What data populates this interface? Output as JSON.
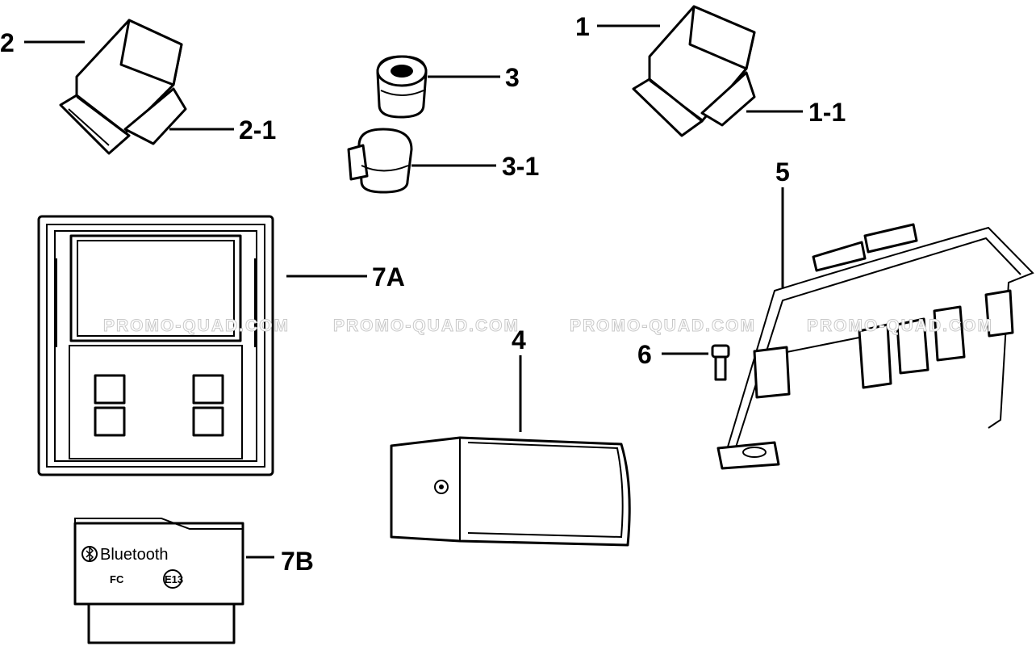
{
  "callouts": {
    "c1": "1",
    "c1_1": "1-1",
    "c2": "2",
    "c2_1": "2-1",
    "c3": "3",
    "c3_1": "3-1",
    "c4": "4",
    "c5": "5",
    "c6": "6",
    "c7a": "7A",
    "c7b": "7B"
  },
  "watermark": "PROMO-QUAD.COM",
  "module_7b": {
    "label": "Bluetooth",
    "fcc_mark": "FC",
    "e_mark": "E13"
  }
}
